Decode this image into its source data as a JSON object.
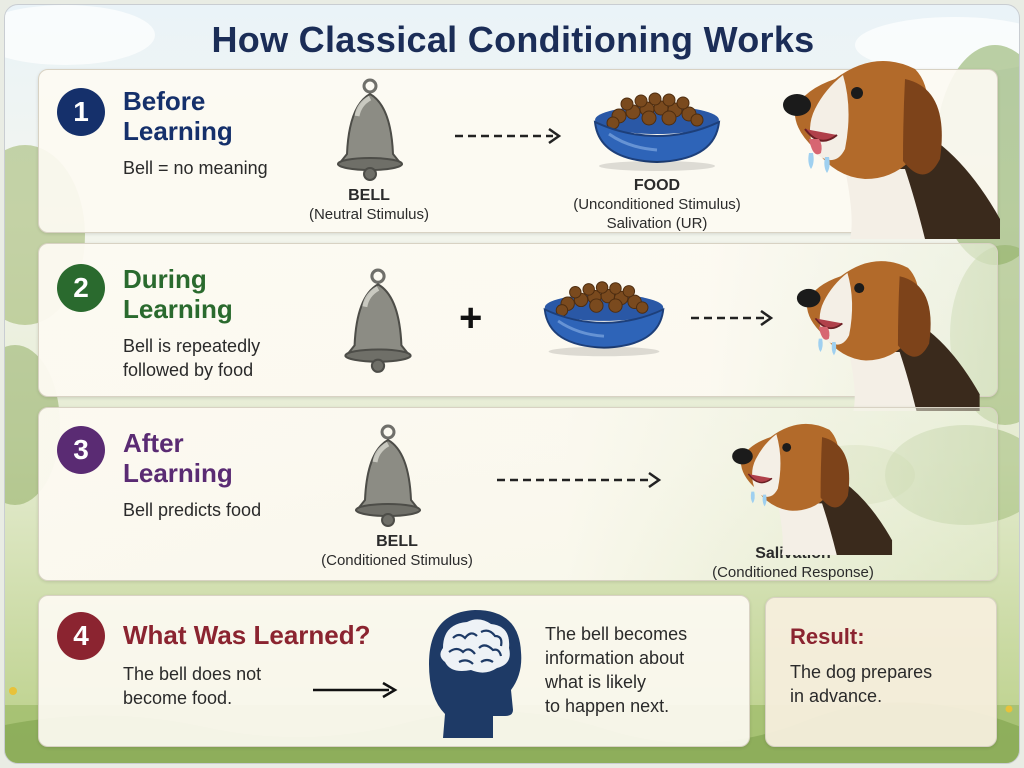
{
  "title": "How Classical Conditioning Works",
  "colors": {
    "navy": "#15306b",
    "green": "#2a6a2e",
    "purple": "#5a2b73",
    "maroon": "#8b2430",
    "title": "#1b2d57"
  },
  "steps": [
    {
      "number": "1",
      "title_line1": "Before",
      "title_line2": "Learning",
      "description": "Bell = no meaning",
      "bell_caption": "BELL",
      "bell_sub": "(Neutral Stimulus)",
      "food_caption": "FOOD",
      "food_sub1": "(Unconditioned Stimulus)",
      "food_sub2": "Salivation (UR)"
    },
    {
      "number": "2",
      "title_line1": "During",
      "title_line2": "Learning",
      "description_line1": "Bell is repeatedly",
      "description_line2": "followed by food",
      "plus": "+"
    },
    {
      "number": "3",
      "title_line1": "After",
      "title_line2": "Learning",
      "description": "Bell predicts food",
      "bell_caption": "BELL",
      "bell_sub": "(Conditioned Stimulus)",
      "response_caption": "Salivation",
      "response_sub": "(Conditioned Response)"
    },
    {
      "number": "4",
      "title": "What Was Learned?",
      "description_line1": "The bell does not",
      "description_line2": "become food.",
      "info_line1": "The bell becomes",
      "info_line2": "information about",
      "info_line3": "what is likely",
      "info_line4": "to happen next."
    }
  ],
  "result": {
    "title": "Result:",
    "line1": "The dog prepares",
    "line2": "in advance."
  },
  "icons": [
    "bell-icon",
    "food-bowl-icon",
    "dog-illustration",
    "brain-head-icon",
    "arrow-right-icon",
    "plus-icon"
  ]
}
